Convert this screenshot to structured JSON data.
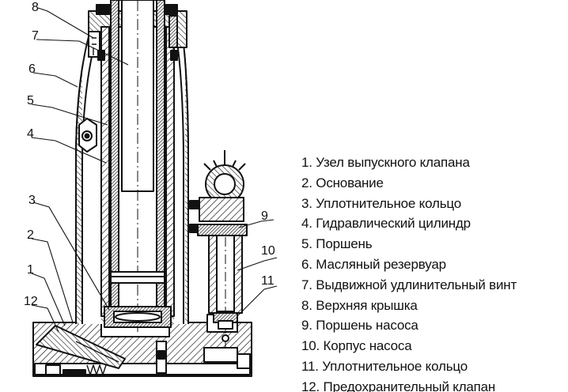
{
  "diagram": {
    "callouts": [
      "8",
      "7",
      "6",
      "5",
      "4",
      "3",
      "2",
      "1",
      "12",
      "9",
      "10",
      "11"
    ],
    "legend": [
      "1. Узел выпускного клапана",
      "2. Основание",
      "3. Уплотнительное кольцо",
      "4. Гидравлический цилиндр",
      "5. Поршень",
      "6. Масляный резервуар",
      "7. Выдвижной удлинительный винт",
      "8. Верхняя крышка",
      "9. Поршень насоса",
      "10. Корпус насоса",
      "11. Уплотнительное кольцо",
      "12. Предохранительный клапан"
    ]
  },
  "colors": {
    "ink": "#111111",
    "background": "#ffffff"
  }
}
